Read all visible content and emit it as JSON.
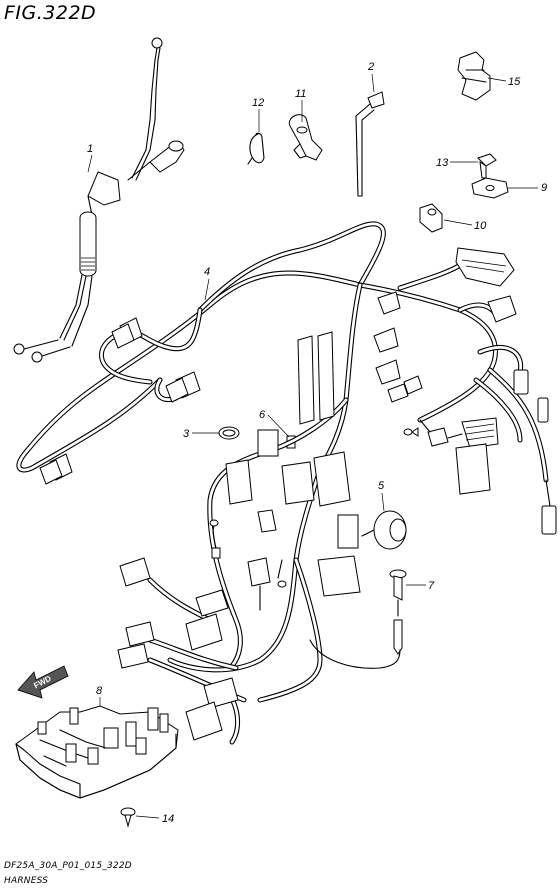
{
  "figure": {
    "title": "FIG.322D",
    "code": "DF25A_30A_P01_015_322D",
    "subtitle": "HARNESS",
    "fwd_label": "FWD"
  },
  "callouts": [
    "1",
    "2",
    "3",
    "4",
    "5",
    "6",
    "7",
    "8",
    "9",
    "10",
    "11",
    "12",
    "13",
    "14",
    "15"
  ]
}
